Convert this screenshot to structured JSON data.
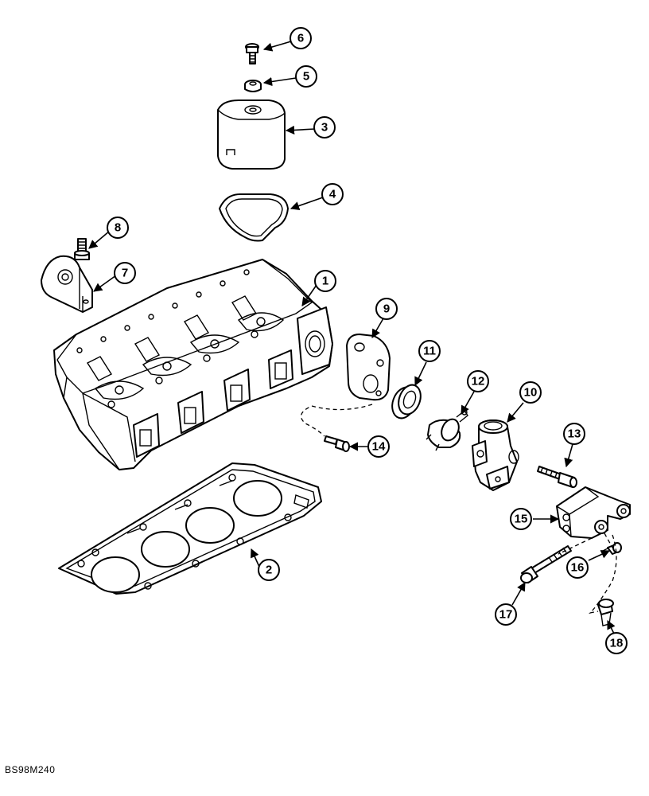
{
  "figure": {
    "reference_code": "BS98M240",
    "callouts": [
      {
        "id": "1"
      },
      {
        "id": "2"
      },
      {
        "id": "3"
      },
      {
        "id": "4"
      },
      {
        "id": "5"
      },
      {
        "id": "6"
      },
      {
        "id": "7"
      },
      {
        "id": "8"
      },
      {
        "id": "9"
      },
      {
        "id": "10"
      },
      {
        "id": "11"
      },
      {
        "id": "12"
      },
      {
        "id": "13"
      },
      {
        "id": "14"
      },
      {
        "id": "15"
      },
      {
        "id": "16"
      },
      {
        "id": "17"
      },
      {
        "id": "18"
      }
    ]
  }
}
